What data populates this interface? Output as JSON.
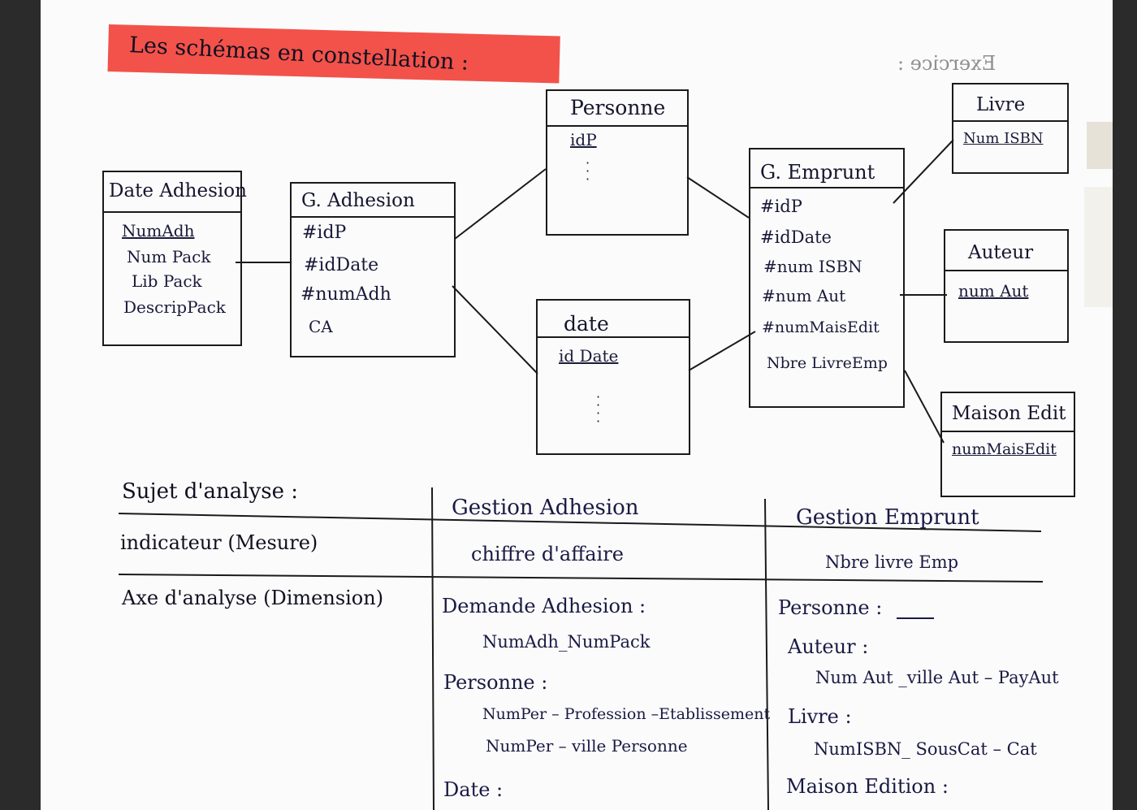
{
  "heading": "Les schémas en constellation :",
  "corner_note": "Exercice :",
  "tables": {
    "date_adhesion": {
      "name": "Date Adhesion",
      "attrs": [
        "NumAdh",
        "Num Pack",
        "Lib Pack",
        "DescripPack"
      ]
    },
    "g_adhesion": {
      "name": "G. Adhesion",
      "attrs": [
        "#idP",
        "#idDate",
        "#numAdh",
        "CA"
      ]
    },
    "personne": {
      "name": "Personne",
      "attrs": [
        "idP"
      ]
    },
    "date": {
      "name": "date",
      "attrs": [
        "id Date"
      ]
    },
    "g_emprunt": {
      "name": "G. Emprunt",
      "attrs": [
        "#idP",
        "#idDate",
        "#num ISBN",
        "#num Aut",
        "#numMaisEdit",
        "Nbre LivreEmp"
      ]
    },
    "livre": {
      "name": "Livre",
      "attrs": [
        "Num ISBN"
      ]
    },
    "auteur": {
      "name": "Auteur",
      "attrs": [
        "num Aut"
      ]
    },
    "maison_edit": {
      "name": "Maison Edit",
      "attrs": [
        "numMaisEdit"
      ]
    }
  },
  "analysis": {
    "sujet_label": "Sujet d'analyse :",
    "indicateur_label": "indicateur (Mesure)",
    "axe_label": "Axe d'analyse (Dimension)",
    "col1_title": "Gestion Adhesion",
    "col2_title": "Gestion Emprunt",
    "col1_mesure": "chiffre d'affaire",
    "col2_mesure": "Nbre livre Emp",
    "col1_dims": [
      {
        "heading": "Demande Adhesion :",
        "lines": [
          "NumAdh_NumPack"
        ]
      },
      {
        "heading": "Personne :",
        "lines": [
          "NumPer – Profession –Etablissement",
          "NumPer – ville Personne"
        ]
      },
      {
        "heading": "Date :",
        "lines": []
      }
    ],
    "col2_dims": [
      {
        "heading": "Personne :",
        "lines": []
      },
      {
        "heading": "Auteur :",
        "lines": [
          "Num Aut _ville Aut – PayAut"
        ]
      },
      {
        "heading": "Livre :",
        "lines": [
          "NumISBN_ SousCat – Cat"
        ]
      },
      {
        "heading": "Maison Edition :",
        "lines": []
      }
    ]
  }
}
